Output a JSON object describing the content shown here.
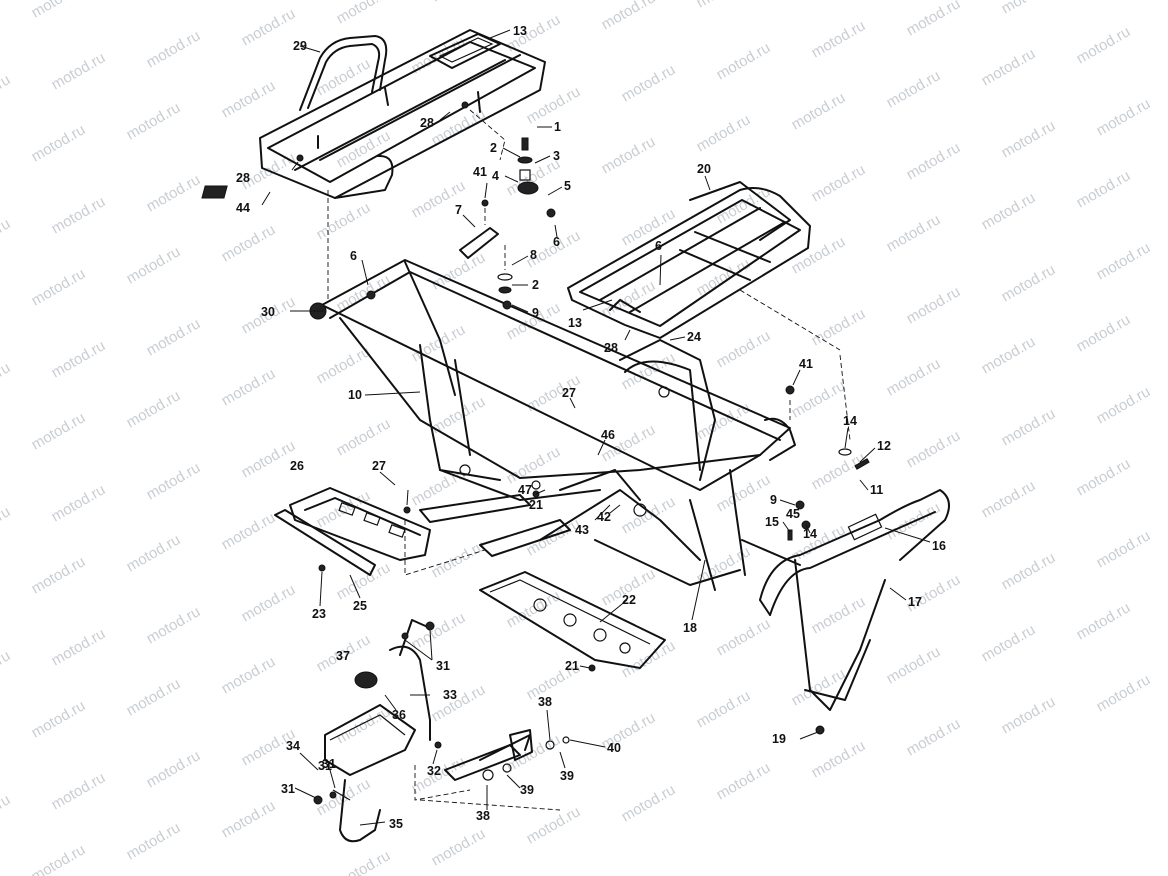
{
  "watermark": "motod.ru",
  "callouts": [
    "1",
    "2",
    "3",
    "4",
    "5",
    "6",
    "6",
    "6",
    "7",
    "8",
    "2",
    "9",
    "9",
    "10",
    "11",
    "12",
    "13",
    "13",
    "14",
    "14",
    "15",
    "16",
    "17",
    "18",
    "19",
    "20",
    "21",
    "21",
    "22",
    "23",
    "24",
    "25",
    "26",
    "27",
    "27",
    "28",
    "28",
    "28",
    "29",
    "30",
    "31",
    "31",
    "31",
    "31",
    "32",
    "33",
    "34",
    "35",
    "36",
    "37",
    "38",
    "38",
    "39",
    "39",
    "40",
    "41",
    "41",
    "42",
    "43",
    "44",
    "45",
    "46",
    "47"
  ]
}
